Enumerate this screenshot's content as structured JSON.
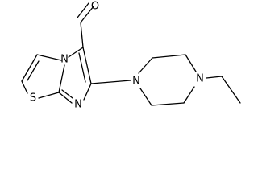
{
  "diagram": {
    "atoms": {
      "aldehyde_o": "O",
      "fused_n": "N",
      "ring_n": "N",
      "thiazole_s": "S",
      "piperazine_n1": "N",
      "piperazine_n4": "N"
    }
  },
  "colors": {
    "bond": "#000000",
    "background": "#ffffff"
  }
}
